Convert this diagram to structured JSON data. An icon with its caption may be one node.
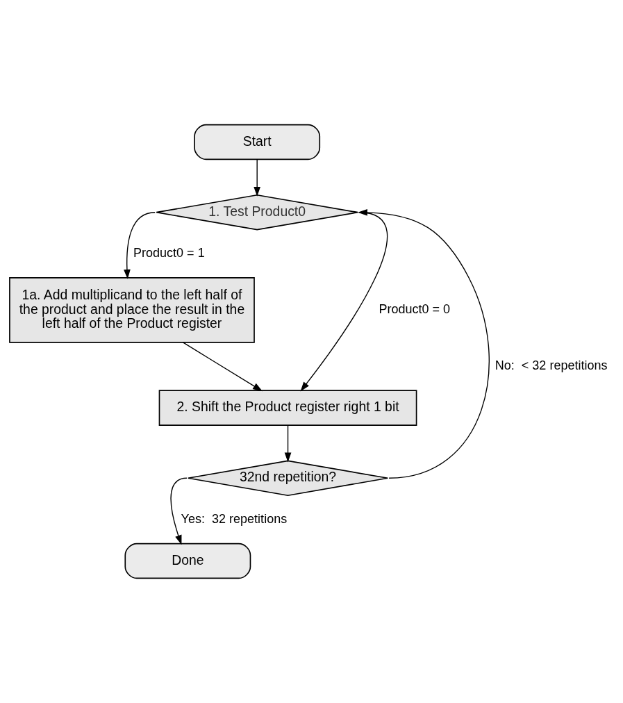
{
  "diagram": {
    "nodes": [
      {
        "text": [
          "Start"
        ]
      },
      {
        "text": [
          "1. Test Product0"
        ]
      },
      {
        "text": [
          "1a. Add multiplicand to the left half of the product and place the result in the left half of the Product register"
        ]
      },
      {
        "text": [
          "2. Shift the Product register right 1 bit"
        ]
      },
      {
        "text": [
          "32nd repetition?"
        ]
      },
      {
        "text": [
          "Done"
        ]
      }
    ],
    "edges": [
      {
        "from": 0,
        "to": 1,
        "arrow": "to"
      },
      {
        "from": 1,
        "to": 2,
        "arrow": "to",
        "label": "Product0 = 1"
      },
      {
        "from": 1,
        "to": 3,
        "arrow": "to",
        "label": "Product0 = 0"
      },
      {
        "from": 2,
        "to": 3,
        "arrow": "to"
      },
      {
        "from": 3,
        "to": 4,
        "arrow": "to"
      },
      {
        "from": 4,
        "to": 1,
        "arrow": "to",
        "label": "No:  < 32 repetitions"
      },
      {
        "from": 4,
        "to": 5,
        "arrow": "to",
        "label": "Yes:  32 repetitions"
      }
    ]
  }
}
